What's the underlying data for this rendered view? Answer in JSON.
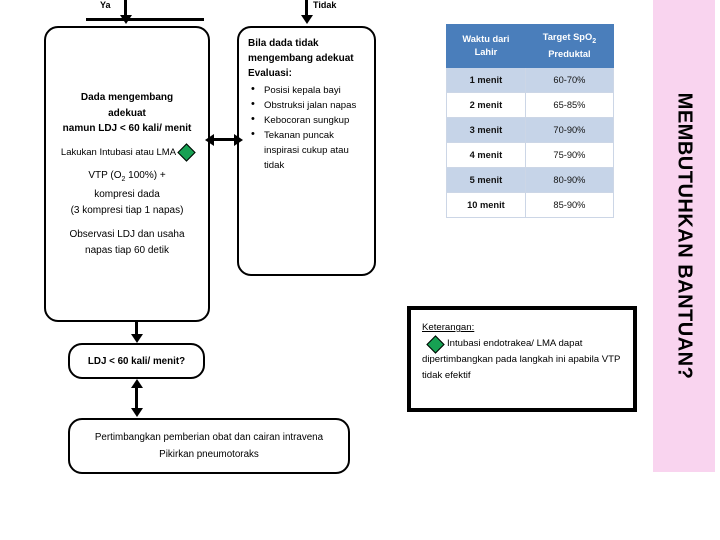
{
  "flow": {
    "branch_labels": {
      "yes": "Ya",
      "no": "Tidak"
    },
    "left_box": {
      "line1": "Dada mengembang",
      "line2": "adekuat",
      "line3": "namun LDJ < 60 kali/ menit",
      "intubation": "Lakukan Intubasi atau LMA",
      "line4": "VTP (O2 100%) +",
      "line5": "kompresi dada",
      "line6": "(3 kompresi tiap 1 napas)",
      "line7": "Observasi LDJ dan usaha",
      "line8": "napas tiap 60 detik"
    },
    "right_box": {
      "line1": "Bila dada tidak",
      "line2": "mengembang adekuat",
      "line3": "Evaluasi:",
      "bullets": [
        "Posisi kepala bayi",
        "Obstruksi jalan napas",
        "Kebocoran sungkup",
        "Tekanan puncak inspirasi cukup atau tidak"
      ]
    },
    "ldj_box": {
      "text": "LDJ < 60 kali/ menit?"
    },
    "bottom_box": {
      "line1": "Pertimbangkan pemberian obat dan cairan intravena",
      "line2": "Pikirkan pneumotoraks"
    }
  },
  "spo2_table": {
    "headers": [
      "Waktu dari Lahir",
      "Target SpO2 Preduktal"
    ],
    "header_parts": {
      "col1_line1": "Waktu dari",
      "col1_line2": "Lahir",
      "col2_line1_a": "Target SpO",
      "col2_line1_sub": "2",
      "col2_line2": "Preduktal"
    },
    "rows": [
      {
        "time": "1 menit",
        "target": "60-70%"
      },
      {
        "time": "2 menit",
        "target": "65-85%"
      },
      {
        "time": "3 menit",
        "target": "70-90%"
      },
      {
        "time": "4 menit",
        "target": "75-90%"
      },
      {
        "time": "5 menit",
        "target": "80-90%"
      },
      {
        "time": "10 menit",
        "target": "85-90%"
      }
    ]
  },
  "keterangan": {
    "title": "Keterangan:",
    "line1": "Intubasi endotrakea/ LMA dapat",
    "line2": "dipertimbangkan pada langkah ini apabila VTP",
    "line3": "tidak efektif"
  },
  "banner": {
    "text": "MEMBUTUHKAN BANTUAN?"
  },
  "colors": {
    "table_header": "#4A7EBB",
    "table_alt_row": "#C6D4E8",
    "banner_pink": "#F9D4EF",
    "diamond_green": "#17A153",
    "stroke": "#000000"
  }
}
